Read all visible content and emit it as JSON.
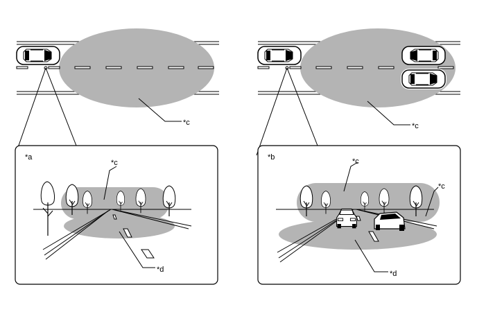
{
  "labels": {
    "panel_a_tag": "*a",
    "panel_b_tag": "*b",
    "callout_c": "*c",
    "callout_d": "*d"
  },
  "colors": {
    "detection_zone": "#b4b4b4",
    "line": "#000000",
    "background": "#ffffff"
  },
  "icons": {
    "vehicle": "car-top-view-icon",
    "oncoming_vehicle": "car-front-view-icon",
    "tree": "tree-icon"
  }
}
